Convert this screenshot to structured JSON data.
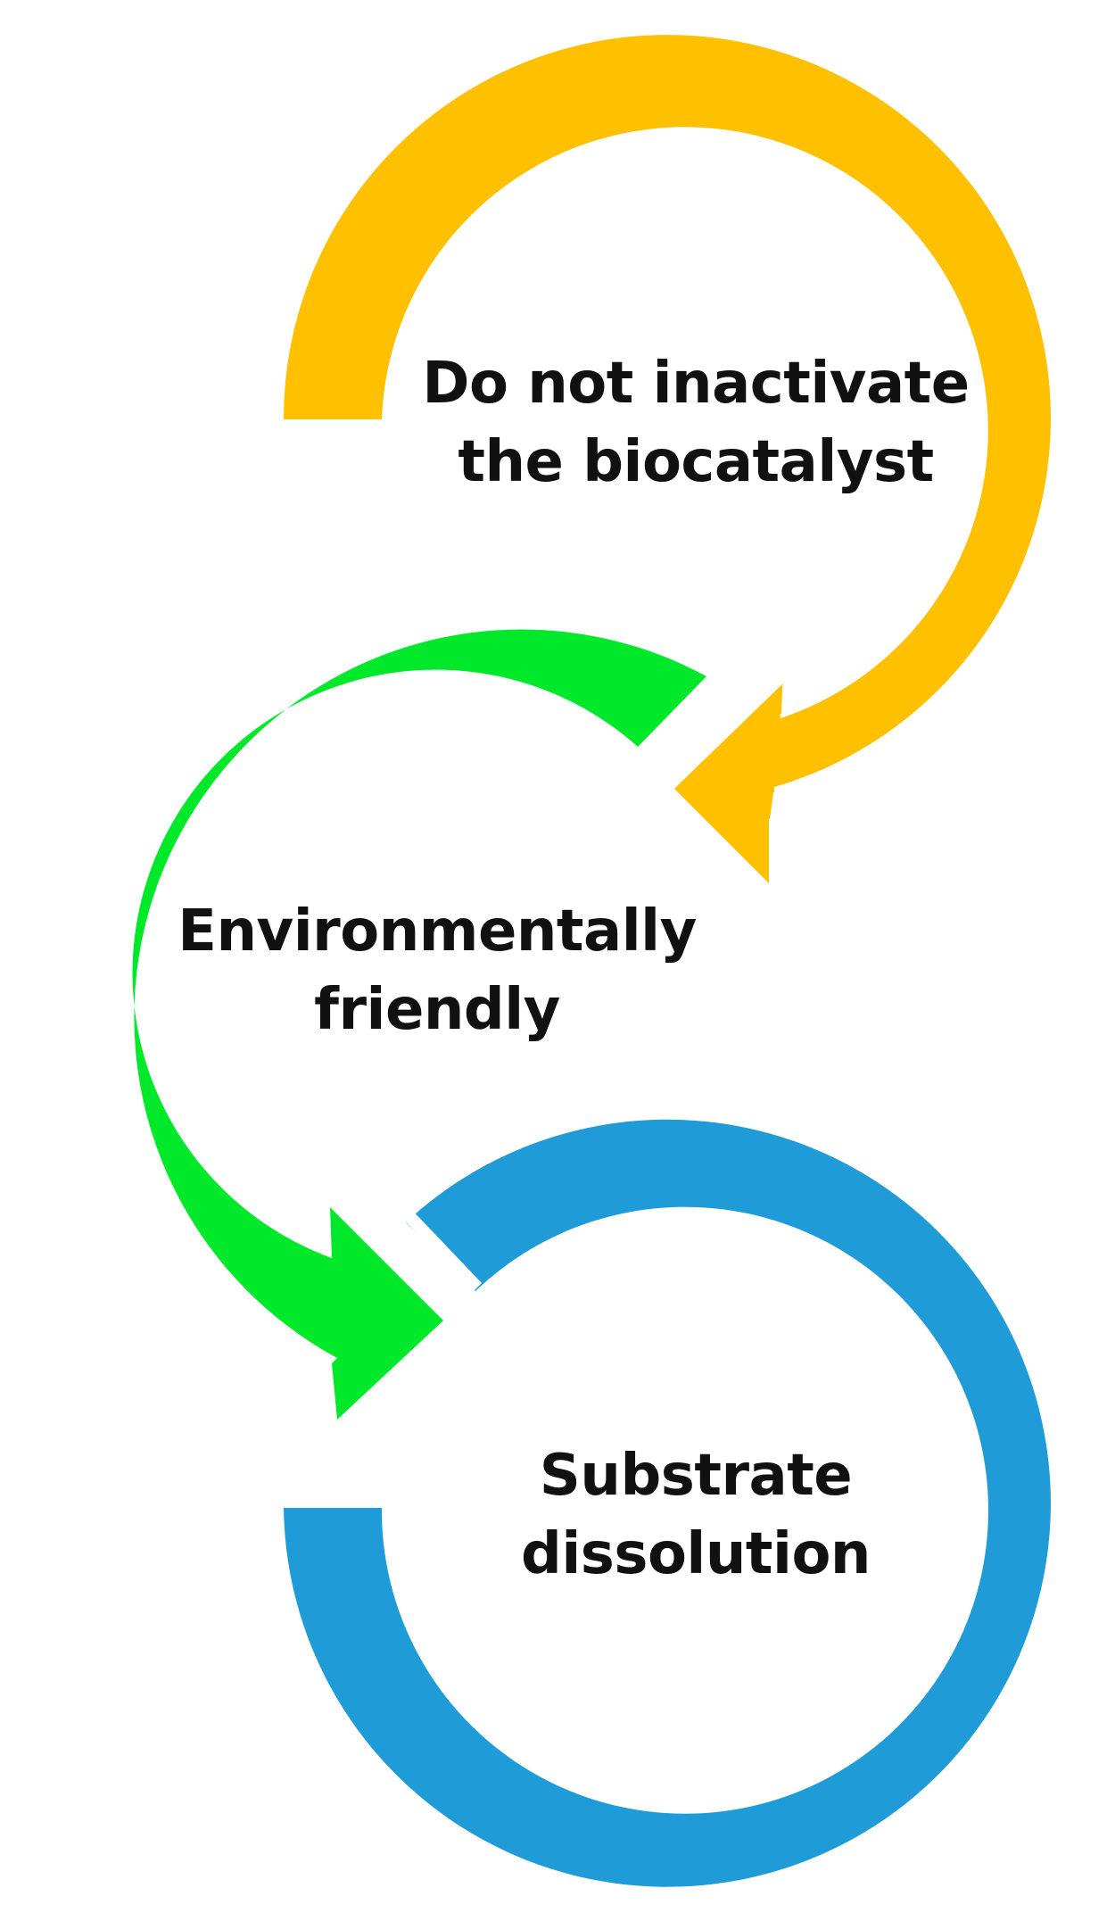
{
  "colors": {
    "arc_1": "#FFC000",
    "arc_2": "#00E82A",
    "arc_3": "#1F9BD7",
    "text": "#111111",
    "background": "#FFFFFF"
  },
  "steps": [
    {
      "line1": "Do not inactivate",
      "line2": "the biocatalyst"
    },
    {
      "line1": "Environmentally",
      "line2": "friendly"
    },
    {
      "line1": "Substrate",
      "line2": "dissolution"
    }
  ]
}
